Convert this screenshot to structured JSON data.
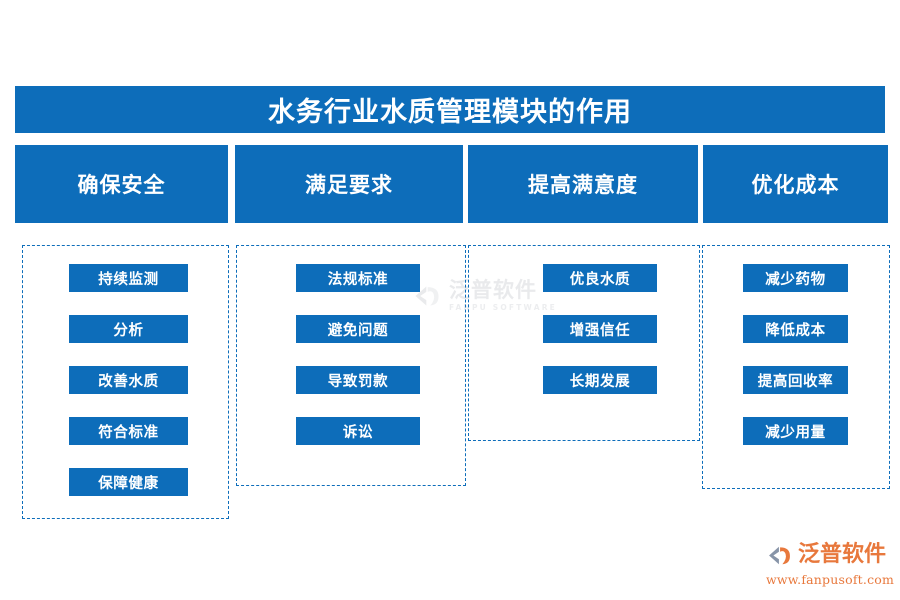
{
  "page": {
    "background_color": "#ffffff",
    "accent_color": "#0d6dba",
    "logo_color": "#e8783c",
    "title": "水务行业水质管理模块的作用"
  },
  "watermark": {
    "cn": "泛普软件",
    "en": "FANPU SOFTWARE",
    "icon": "fanpu-logo-icon"
  },
  "columns": [
    {
      "header": "确保安全",
      "items": [
        "持续监测",
        "分析",
        "改善水质",
        "符合标准",
        "保障健康"
      ]
    },
    {
      "header": "满足要求",
      "items": [
        "法规标准",
        "避免问题",
        "导致罚款",
        "诉讼"
      ]
    },
    {
      "header": "提高满意度",
      "items": [
        "优良水质",
        "增强信任",
        "长期发展"
      ]
    },
    {
      "header": "优化成本",
      "items": [
        "减少药物",
        "降低成本",
        "提高回收率",
        "减少用量"
      ]
    }
  ],
  "logo": {
    "cn": "泛普软件",
    "url": "www.fanpusoft.com",
    "icon": "fanpu-logo-icon"
  }
}
